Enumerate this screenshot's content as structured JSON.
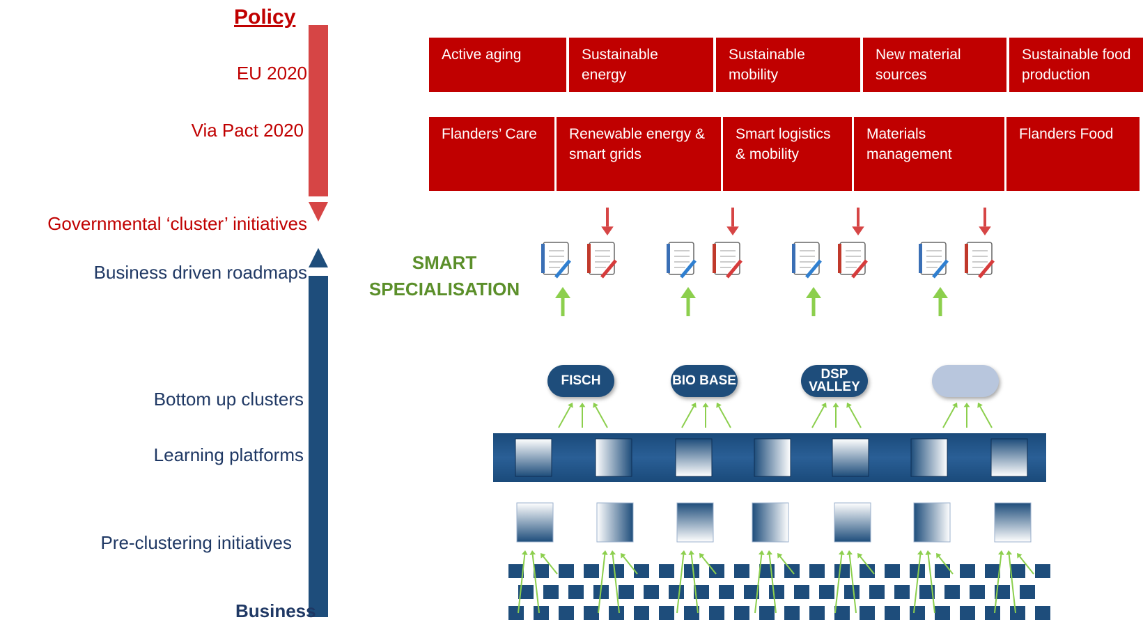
{
  "axis": {
    "top_label": "Policy",
    "bottom_label": "Business",
    "policy_color": "#c00000",
    "business_color": "#1e4d7b"
  },
  "left_labels": {
    "eu2020": "EU 2020",
    "via_pact": "Via Pact 2020",
    "gov_cluster": "Governmental ‘cluster’ initiatives",
    "roadmaps": "Business driven roadmaps",
    "bottom_up": "Bottom up clusters",
    "learning": "Learning platforms",
    "preclustering": "Pre-clustering initiatives"
  },
  "smart": {
    "line1": "SMART",
    "line2": "SPECIALISATION",
    "color": "#5b8f2a"
  },
  "eu_row": [
    "Active aging",
    "Sustainable energy",
    "Sustainable mobility",
    "New material sources",
    "Sustainable food production"
  ],
  "flanders_row": [
    "Flanders’ Care",
    "Renewable energy & smart grids",
    "Smart logistics & mobility",
    "Materials management",
    "Flanders Food"
  ],
  "clusters": {
    "fisch": "FISCH",
    "biobase": "BIO BASE",
    "dsp1": "DSP",
    "dsp2": "VALLEY",
    "empty": ""
  },
  "icons": [
    "notebook-icon",
    "arrow-down-icon",
    "arrow-up-icon"
  ]
}
